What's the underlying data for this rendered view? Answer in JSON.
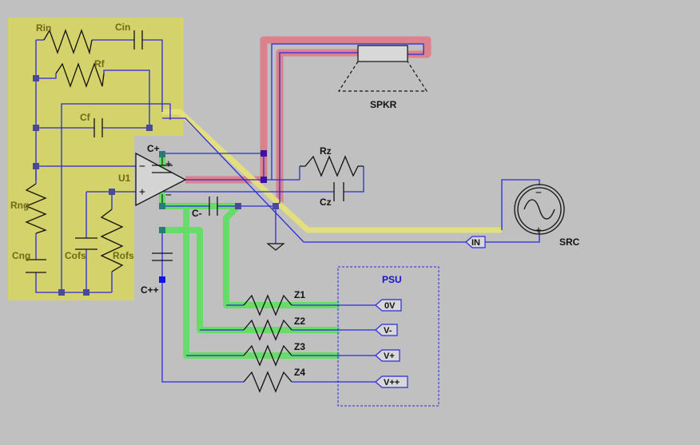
{
  "colors": {
    "background": "#c0c0c0",
    "feedback_block": "#d4d26a",
    "wire": "#2a2ae0",
    "highlight_output": "#e07b86",
    "highlight_supply": "#5fe05f",
    "highlight_input": "#e6e07a",
    "node": "#4a4a9a"
  },
  "components": {
    "rin": "Rin",
    "cin": "Cin",
    "rf": "Rf",
    "cf": "Cf",
    "cplus": "C+",
    "u1": "U1",
    "rng": "Rng",
    "cng": "Cng",
    "cofs": "Cofs",
    "rofs": "Rofs",
    "cminus": "C-",
    "cplusplus": "C++",
    "rz": "Rz",
    "cz": "Cz",
    "spkr": "SPKR",
    "src": "SRC",
    "z1": "Z1",
    "z2": "Z2",
    "z3": "Z3",
    "z4": "Z4"
  },
  "psu": {
    "title": "PSU",
    "rails": [
      "0V",
      "V-",
      "V+",
      "V++"
    ]
  },
  "input_tag": "IN",
  "opamp_pins": {
    "minus": "−",
    "plus": "+"
  },
  "source_pins": {
    "minus": "−",
    "plus": "+"
  }
}
